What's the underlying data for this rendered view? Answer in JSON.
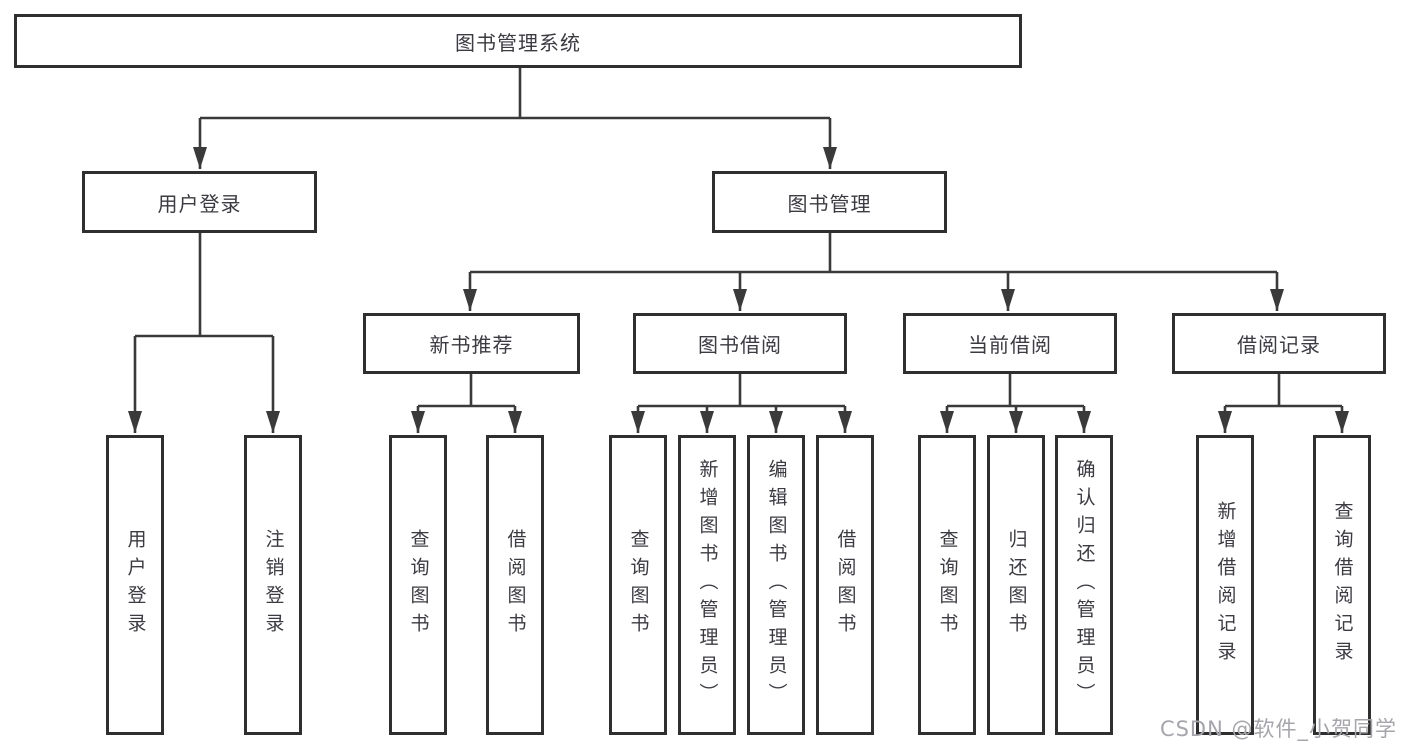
{
  "tree": {
    "root": "图书管理系统",
    "branches": [
      {
        "label": "用户登录",
        "children": [
          "用户登录",
          "注销登录"
        ]
      },
      {
        "label": "图书管理",
        "children": [
          {
            "label": "新书推荐",
            "children": [
              "查询图书",
              "借阅图书"
            ]
          },
          {
            "label": "图书借阅",
            "children": [
              "查询图书",
              "新增图书（管理员）",
              "编辑图书（管理员）",
              "借阅图书"
            ]
          },
          {
            "label": "当前借阅",
            "children": [
              "查询图书",
              "归还图书",
              "确认归还（管理员）"
            ]
          },
          {
            "label": "借阅记录",
            "children": [
              "新增借阅记录",
              "查询借阅记录"
            ]
          }
        ]
      }
    ]
  },
  "colors": {
    "line": "#3a3a3a",
    "border": "#2f2f2f",
    "text": "#3b3b42",
    "watermark": "#a5a5ab"
  },
  "watermark": "CSDN @软件_小贺同学"
}
